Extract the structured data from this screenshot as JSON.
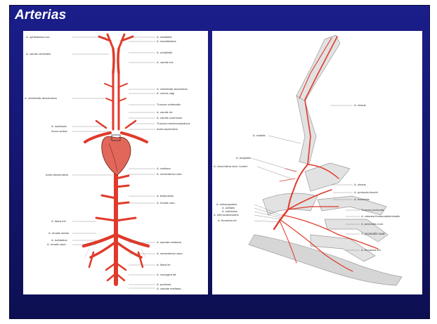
{
  "slide": {
    "title": "Arterias"
  },
  "colors": {
    "background": "#16187a",
    "artery": "#e03a2a",
    "heart": "#e0675a",
    "bone": "#c8c8c8"
  },
  "left_diagram": {
    "left_labels": [
      "A. ophthalmica ext.",
      "A. carotis cerebralis",
      "A. vertebralis descendens",
      "A. subclavia",
      "Arcus aortae",
      "Aorta descendens",
      "A. iliaca ext.",
      "A. renalis media",
      "A. ischiadica",
      "A. renalis caud."
    ],
    "right_labels": [
      "A. maxillaris",
      "A. mandibularis",
      "A. occipitalis",
      "A. carotis ext.",
      "A. vertebralis ascendens",
      "A. comes vagi",
      "Truncus vertebralis",
      "A. carotis int.",
      "A. carotis communis",
      "Truncus brachiocephalicus",
      "Aorta ascendens",
      "A. coeliaca",
      "A. mesenterica cran.",
      "A. testicularis",
      "A. renalis cran.",
      "A. sacralis mediana",
      "A. mesenterica caud.",
      "A. iliaca int.",
      "A. coccygea lat.",
      "A. pudenda",
      "A. caudae mediana"
    ]
  },
  "right_diagram": {
    "labels": [
      "A. ulnaris",
      "A. radialis",
      "A. bicipitalis",
      "A. circumflexa dors. humeri",
      "A. ulnaris",
      "A. profunda brachii",
      "A. brachialis",
      "A. subscapularis",
      "A. axillaris",
      "A. subclavia",
      "A. sternoclavicularis",
      "A. thoracica int.",
      "Truncus pectoralis",
      "A. cutanea thoracoabdominalis",
      "A. pectoralis cran.",
      "A. pectoralis caud.",
      "A. thoracica ext."
    ]
  }
}
